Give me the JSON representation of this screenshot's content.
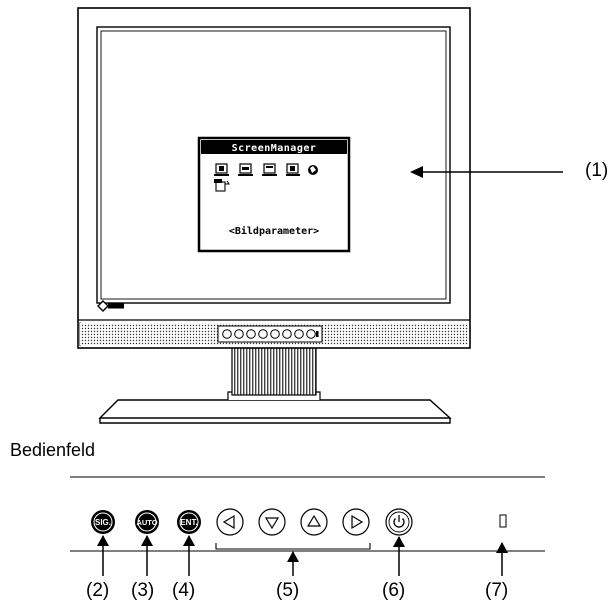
{
  "osd": {
    "title": "ScreenManager",
    "subtitle": "<Bildparameter>"
  },
  "callouts": {
    "c1": "(1)",
    "c2": "(2)",
    "c3": "(3)",
    "c4": "(4)",
    "c5": "(5)",
    "c6": "(6)",
    "c7": "(7)"
  },
  "section_title": "Bedienfeld",
  "panel_buttons": {
    "sig": "SIG.",
    "auto": "AUTO",
    "ent": "ENT."
  },
  "icons": [
    "osd-icon-picture",
    "osd-icon-screen",
    "osd-icon-size",
    "osd-icon-tools",
    "osd-icon-info",
    "osd-icon-language",
    "left-arrow-icon",
    "down-arrow-icon",
    "up-arrow-icon",
    "right-arrow-icon",
    "power-icon"
  ]
}
